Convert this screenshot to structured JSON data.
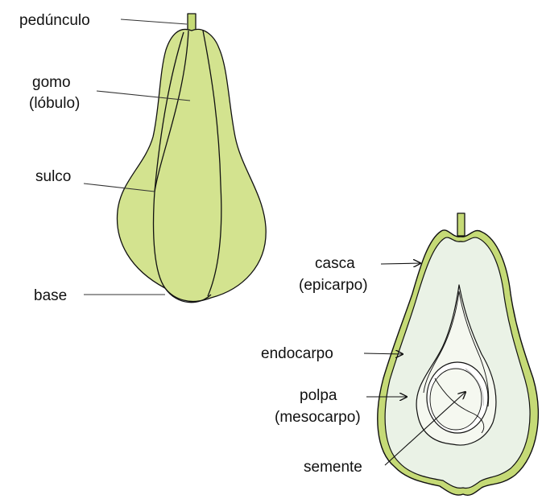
{
  "labels": {
    "peduncle": "pedúnculo",
    "segment_line1": "gomo",
    "segment_line2": "(lóbulo)",
    "groove": "sulco",
    "base": "base",
    "peel_line1": "casca",
    "peel_line2": "(epicarpo)",
    "endocarp": "endocarpo",
    "pulp_line1": "polpa",
    "pulp_line2": "(mesocarpo)",
    "seed": "semente"
  },
  "colors": {
    "fruit_green": "#d3e38f",
    "peel_green": "#c5da76",
    "flesh": "#eaf2e6",
    "seed_pale": "#f5f8f0",
    "outline": "#111111",
    "background": "#ffffff"
  }
}
